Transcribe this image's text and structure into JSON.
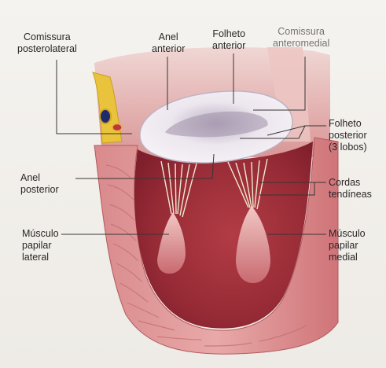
{
  "labels": {
    "comissura_posterolateral": [
      "Comissura",
      "posterolateral"
    ],
    "anel_anterior": [
      "Anel",
      "anterior"
    ],
    "folheto_anterior": [
      "Folheto",
      "anterior"
    ],
    "comissura_anteromedial": [
      "Comissura",
      "anteromedial"
    ],
    "folheto_posterior": [
      "Folheto",
      "posterior",
      "(3 lobos)"
    ],
    "anel_posterior": [
      "Anel",
      "posterior"
    ],
    "cordas_tendineas": [
      "Cordas",
      "tendíneas"
    ],
    "musculo_papilar_lateral": [
      "Músculo",
      "papilar",
      "lateral"
    ],
    "musculo_papilar_medial": [
      "Músculo",
      "papilar",
      "medial"
    ]
  },
  "colors": {
    "myocardium": "#c9626a",
    "cavity": "#a3303a",
    "valve": "#e4dde8",
    "fat": "#e6c23a",
    "leader": "#3a3434"
  }
}
